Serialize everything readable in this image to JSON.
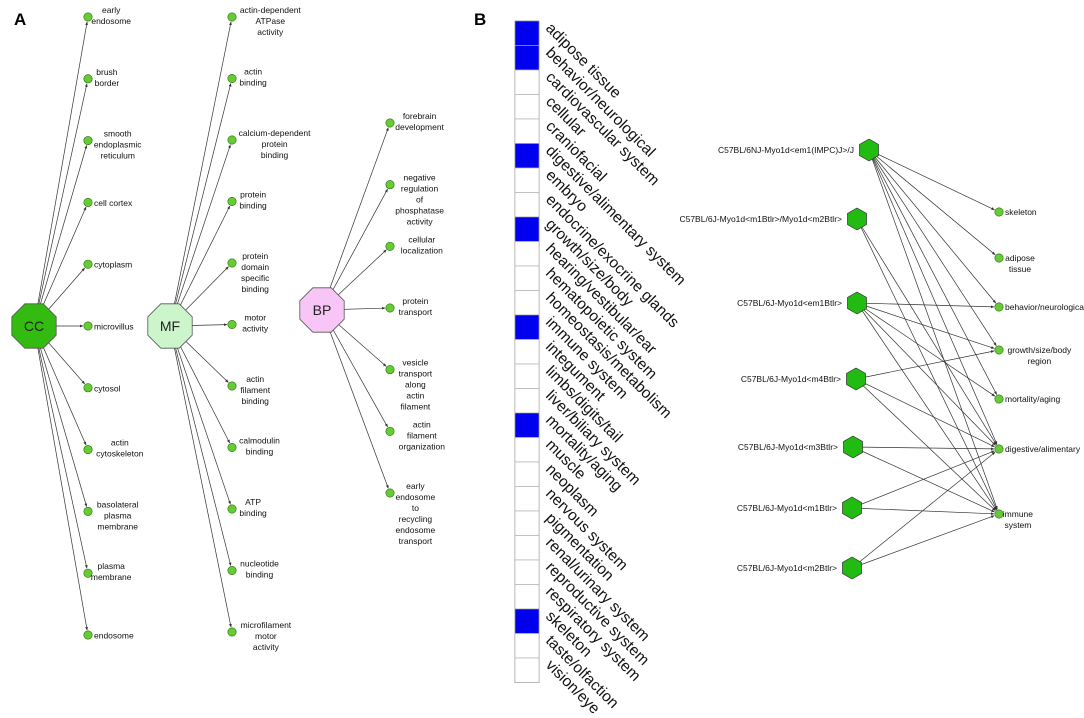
{
  "panels": {
    "a": "A",
    "b": "B"
  },
  "colors": {
    "leaf_node": "#66cc33",
    "cc_hub": "#33bb11",
    "mf_hub": "#ccf5cc",
    "bp_hub": "#f7c6f7",
    "strain_node": "#22bb11",
    "highlight_cell": "#0000ee",
    "edge": "#333333"
  },
  "go_network": {
    "hubs": [
      {
        "label": "CC",
        "terms": [
          "early\nendosome",
          "brush\nborder",
          "smooth\nendoplasmic\nreticulum",
          "cell cortex",
          "cytoplasm",
          "microvillus",
          "cytosol",
          "actin\ncytoskeleton",
          "basolateral\nplasma\nmembrane",
          "plasma\nmembrane",
          "endosome"
        ]
      },
      {
        "label": "MF",
        "terms": [
          "actin-dependent\nATPase\nactivity",
          "actin\nbinding",
          "calcium-dependent\nprotein\nbinding",
          "protein\nbinding",
          "protein\ndomain\nspecific\nbinding",
          "motor\nactivity",
          "actin\nfilament\nbinding",
          "calmodulin\nbinding",
          "ATP\nbinding",
          "nucleotide\nbinding",
          "microfilament\nmotor\nactivity"
        ]
      },
      {
        "label": "BP",
        "terms": [
          "forebrain\ndevelopment",
          "negative\nregulation\nof\nphosphatase\nactivity",
          "cellular\nlocalization",
          "protein\ntransport",
          "vesicle\ntransport\nalong\nactin\nfilament",
          "actin\nfilament\norganization",
          "early\nendosome\nto\nrecycling\nendosome\ntransport"
        ]
      }
    ]
  },
  "phenotype_matrix": {
    "categories": [
      "adipose tissue",
      "behavior/neurological",
      "cardiovascular system",
      "cellular",
      "craniofacial",
      "digestive/alimentary system",
      "embryo",
      "endocrine/exocrine glands",
      "growth/size/body",
      "hearing/vestibular/ear",
      "hematopoietic system",
      "homeostasis/metabolism",
      "immune system",
      "integument",
      "limbs/digits/tail",
      "liver/biliary system",
      "mortality/aging",
      "muscle",
      "neoplasm",
      "nervous system",
      "pigmentation",
      "renal/urinary system",
      "reproductive system",
      "respiratory system",
      "skeleton",
      "taste/olfaction",
      "vision/eye"
    ],
    "highlighted": [
      true,
      true,
      false,
      false,
      false,
      true,
      false,
      false,
      true,
      false,
      false,
      false,
      true,
      false,
      false,
      false,
      true,
      false,
      false,
      false,
      false,
      false,
      false,
      false,
      true,
      false,
      false
    ]
  },
  "strain_network": {
    "strains": [
      "C57BL/6NJ-Myo1d<em1(IMPC)J>/J",
      "C57BL/6J-Myo1d<m1Btlr>/Myo1d<m2Btlr>",
      "C57BL/6J-Myo1d<em1Btlr>",
      "C57BL/6J-Myo1d<m4Btlr>",
      "C57BL/6J-Myo1d<m3Btlr>",
      "C57BL/6J-Myo1d<m1Btlr>",
      "C57BL/6J-Myo1d<m2Btlr>"
    ],
    "phenotypes": [
      "skeleton",
      "adipose\ntissue",
      "behavior/neurological",
      "growth/size/body\nregion",
      "mortality/aging",
      "digestive/alimentary",
      "immune\nsystem"
    ],
    "links": [
      [
        0,
        0
      ],
      [
        0,
        1
      ],
      [
        0,
        2
      ],
      [
        0,
        3
      ],
      [
        0,
        4
      ],
      [
        0,
        5
      ],
      [
        0,
        6
      ],
      [
        1,
        5
      ],
      [
        1,
        6
      ],
      [
        2,
        2
      ],
      [
        2,
        3
      ],
      [
        2,
        4
      ],
      [
        2,
        5
      ],
      [
        2,
        6
      ],
      [
        3,
        3
      ],
      [
        3,
        5
      ],
      [
        3,
        6
      ],
      [
        4,
        5
      ],
      [
        4,
        6
      ],
      [
        5,
        5
      ],
      [
        5,
        6
      ],
      [
        6,
        5
      ],
      [
        6,
        6
      ]
    ]
  }
}
